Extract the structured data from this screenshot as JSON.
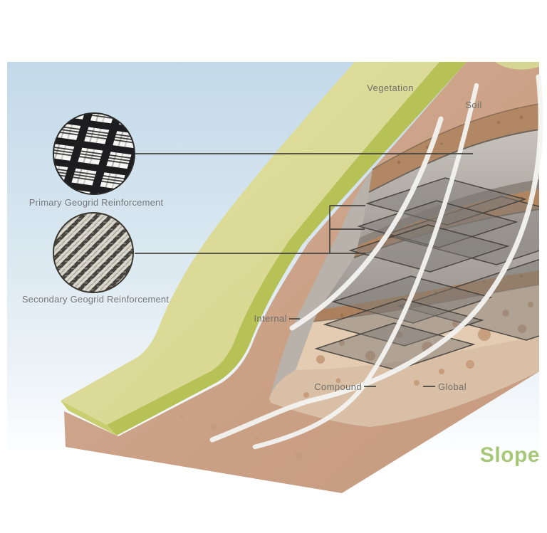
{
  "diagram": {
    "caption": "Slope",
    "surface_labels": {
      "vegetation": "Vegetation",
      "soil": "Soil"
    },
    "insets": [
      {
        "label": "Primary Geogrid Reinforcement",
        "pattern": "biaxial-grid-mesh"
      },
      {
        "label": "Secondary Geogrid Reinforcement",
        "pattern": "diagonal-woven-mesh"
      }
    ],
    "failure_surfaces": [
      {
        "label": "Internal"
      },
      {
        "label": "Compound"
      },
      {
        "label": "Global"
      }
    ],
    "colors": {
      "sky_top": "#c3d9e9",
      "vegetation_light": "#dcdb96",
      "vegetation_dark": "#b7c256",
      "soil_face": "#cca287",
      "interior_gray": "#b9b2ab",
      "sand_layer": "#e3ccb2",
      "geogrid_sheet": "#8c8884",
      "label_gray": "#6f6f6b",
      "accent_green": "#a6c878"
    }
  }
}
